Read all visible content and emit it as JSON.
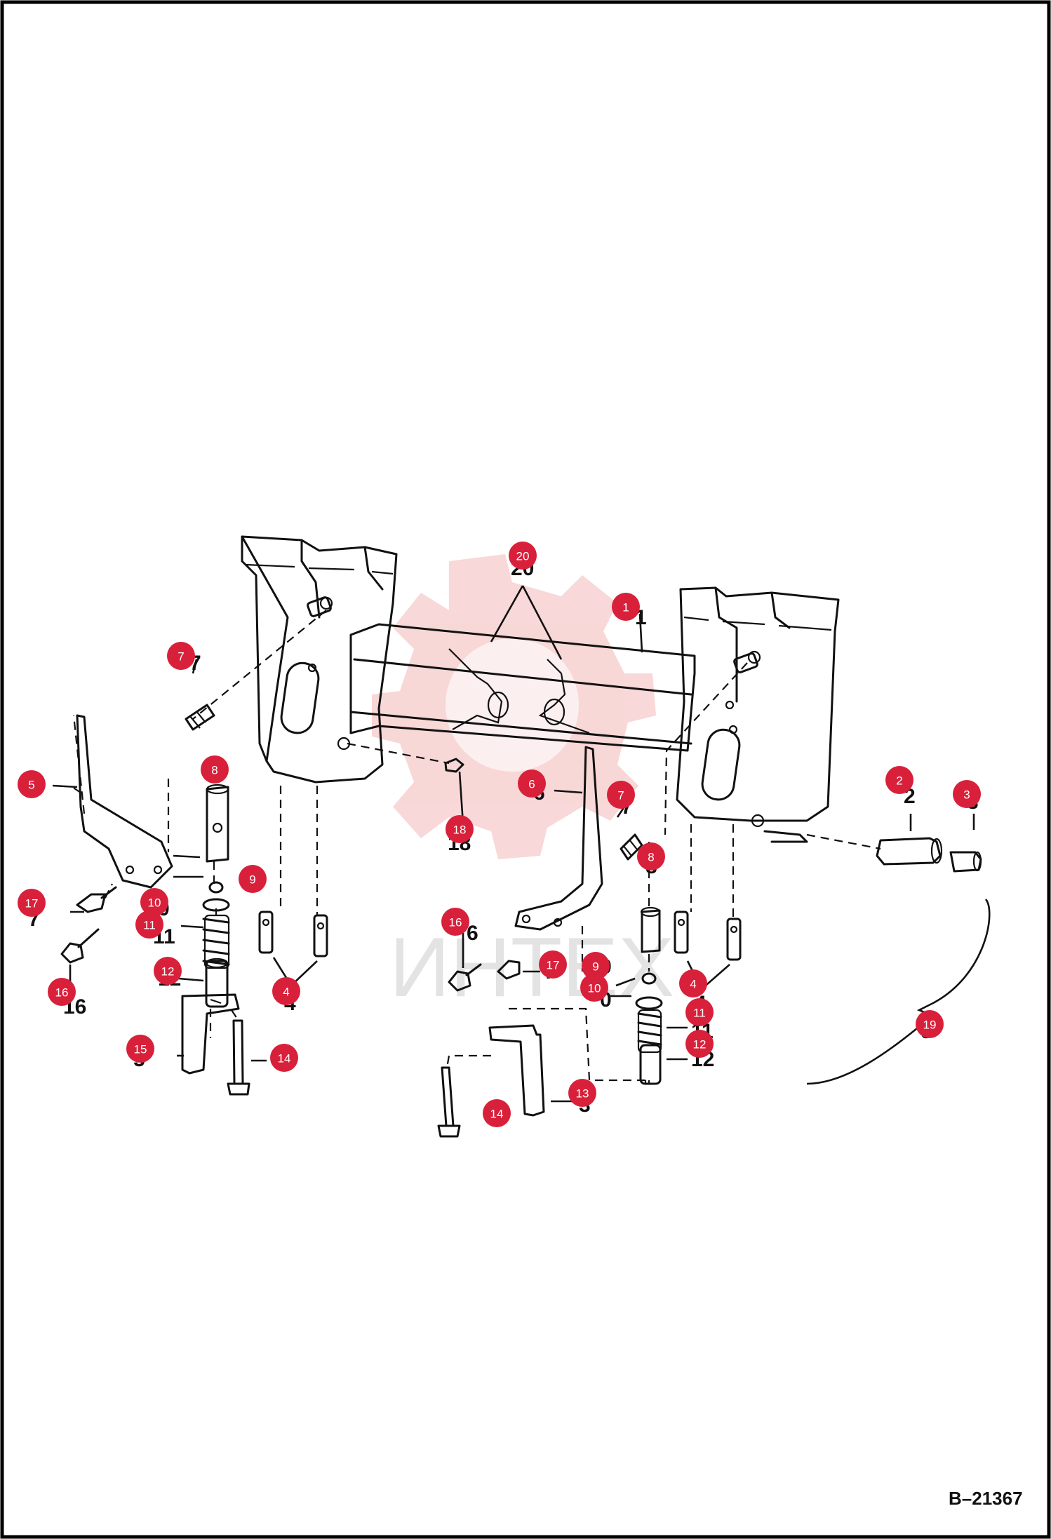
{
  "diagram": {
    "reference_code": "B–21367",
    "watermark_text": "ИНТЕХ",
    "colors": {
      "callout": "#d8203a",
      "watermark": "#f3b8b8",
      "ink": "#111111",
      "border": "#000000"
    },
    "callouts": [
      {
        "label": "1"
      },
      {
        "label": "2"
      },
      {
        "label": "3"
      },
      {
        "label": "4"
      },
      {
        "label": "4"
      },
      {
        "label": "5"
      },
      {
        "label": "6"
      },
      {
        "label": "7"
      },
      {
        "label": "7"
      },
      {
        "label": "8"
      },
      {
        "label": "8"
      },
      {
        "label": "9"
      },
      {
        "label": "9"
      },
      {
        "label": "10"
      },
      {
        "label": "10"
      },
      {
        "label": "11"
      },
      {
        "label": "11"
      },
      {
        "label": "12"
      },
      {
        "label": "12"
      },
      {
        "label": "13"
      },
      {
        "label": "14"
      },
      {
        "label": "14"
      },
      {
        "label": "15"
      },
      {
        "label": "16"
      },
      {
        "label": "16"
      },
      {
        "label": "17"
      },
      {
        "label": "17"
      },
      {
        "label": "18"
      },
      {
        "label": "19"
      },
      {
        "label": "20"
      }
    ]
  }
}
